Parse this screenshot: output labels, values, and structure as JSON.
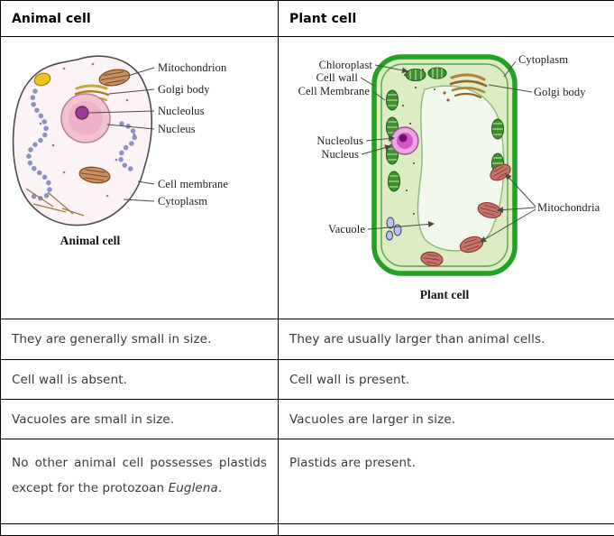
{
  "table": {
    "header": {
      "left": "Animal cell",
      "right": "Plant cell"
    },
    "rows": [
      {
        "left": "They are generally small in size.",
        "right": "They are usually larger than animal cells."
      },
      {
        "left": "Cell wall is absent.",
        "right": "Cell wall is present."
      },
      {
        "left": "Vacuoles are small in size.",
        "right": "Vacuoles are larger in size."
      },
      {
        "left_parts": {
          "pre": "No other animal cell possesses plastids except for the protozoan ",
          "italic": "Euglena",
          "post": "."
        },
        "right": "Plastids are present."
      }
    ]
  },
  "animal_diagram": {
    "caption": "Animal cell",
    "labels": {
      "mitochondrion": "Mitochondrion",
      "golgi_body": "Golgi body",
      "nucleolus": "Nucleolus",
      "nucleus": "Nucleus",
      "cell_membrane": "Cell membrane",
      "cytoplasm": "Cytoplasm"
    }
  },
  "plant_diagram": {
    "caption": "Plant cell",
    "labels": {
      "chloroplast": "Chloroplast",
      "cell_wall": "Cell wall",
      "cell_membrane": "Cell Membrane",
      "nucleolus": "Nucleolus",
      "nucleus": "Nucleus",
      "vacuole": "Vacuole",
      "cytoplasm": "Cytoplasm",
      "golgi_body": "Golgi body",
      "mitochondria": "Mitochondria"
    }
  }
}
